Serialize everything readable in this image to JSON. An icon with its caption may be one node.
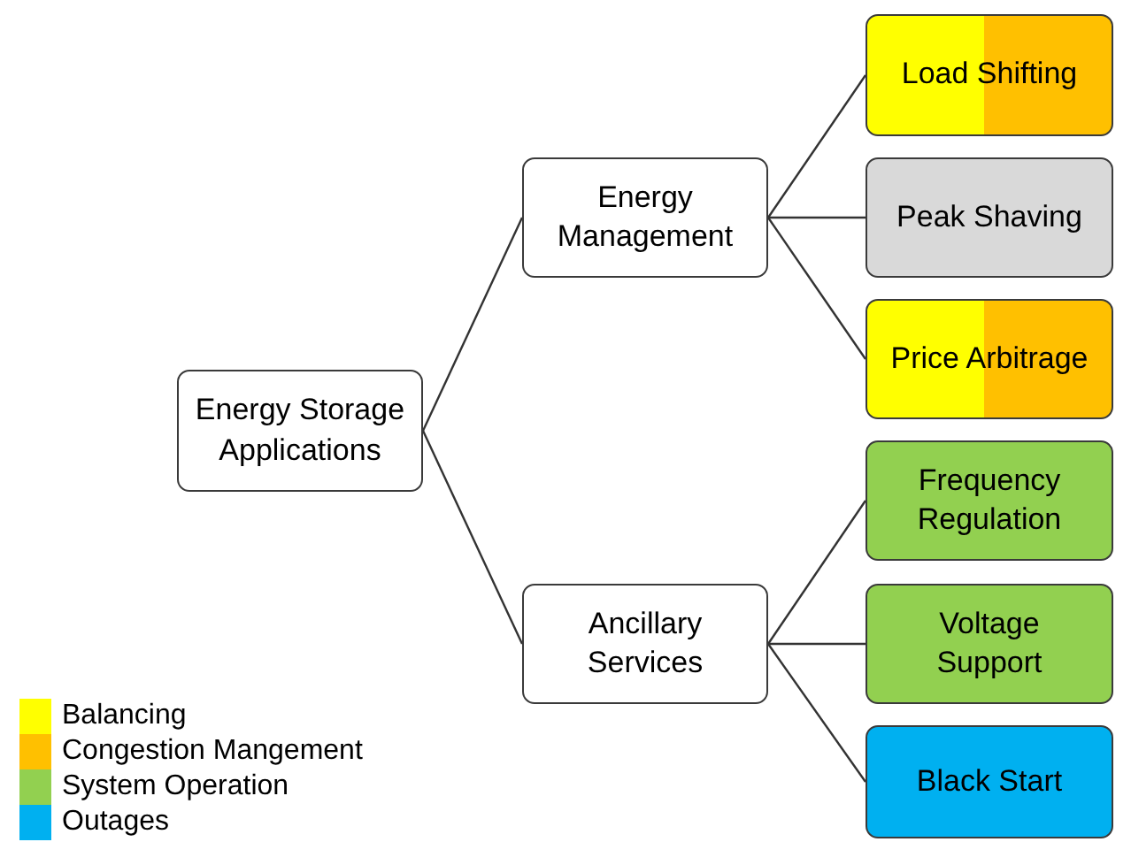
{
  "diagram": {
    "nodes": [
      {
        "text": [
          "Energy Storage Applications"
        ]
      },
      {
        "text": [
          "Energy Management"
        ]
      },
      {
        "text": [
          "Ancillary Services"
        ]
      },
      {
        "text": [
          "Load Shifting"
        ]
      },
      {
        "text": [
          "Peak Shaving"
        ]
      },
      {
        "text": [
          "Price Arbitrage"
        ]
      },
      {
        "text": [
          "Frequency Regulation"
        ]
      },
      {
        "text": [
          "Voltage Support"
        ]
      },
      {
        "text": [
          "Black Start"
        ]
      }
    ],
    "edges": [
      {
        "from": 0,
        "to": 1,
        "arrow": "none"
      },
      {
        "from": 0,
        "to": 2,
        "arrow": "none"
      },
      {
        "from": 1,
        "to": 3,
        "arrow": "none"
      },
      {
        "from": 1,
        "to": 4,
        "arrow": "none"
      },
      {
        "from": 1,
        "to": 5,
        "arrow": "none"
      },
      {
        "from": 2,
        "to": 6,
        "arrow": "none"
      },
      {
        "from": 2,
        "to": 7,
        "arrow": "none"
      },
      {
        "from": 2,
        "to": 8,
        "arrow": "none"
      }
    ],
    "legend": [
      {
        "text": "Balancing",
        "color": "#ffff00"
      },
      {
        "text": "Congestion Mangement",
        "color": "#ffc000"
      },
      {
        "text": "System Operation",
        "color": "#92d050"
      },
      {
        "text": "Outages",
        "color": "#00b0f0"
      }
    ]
  }
}
